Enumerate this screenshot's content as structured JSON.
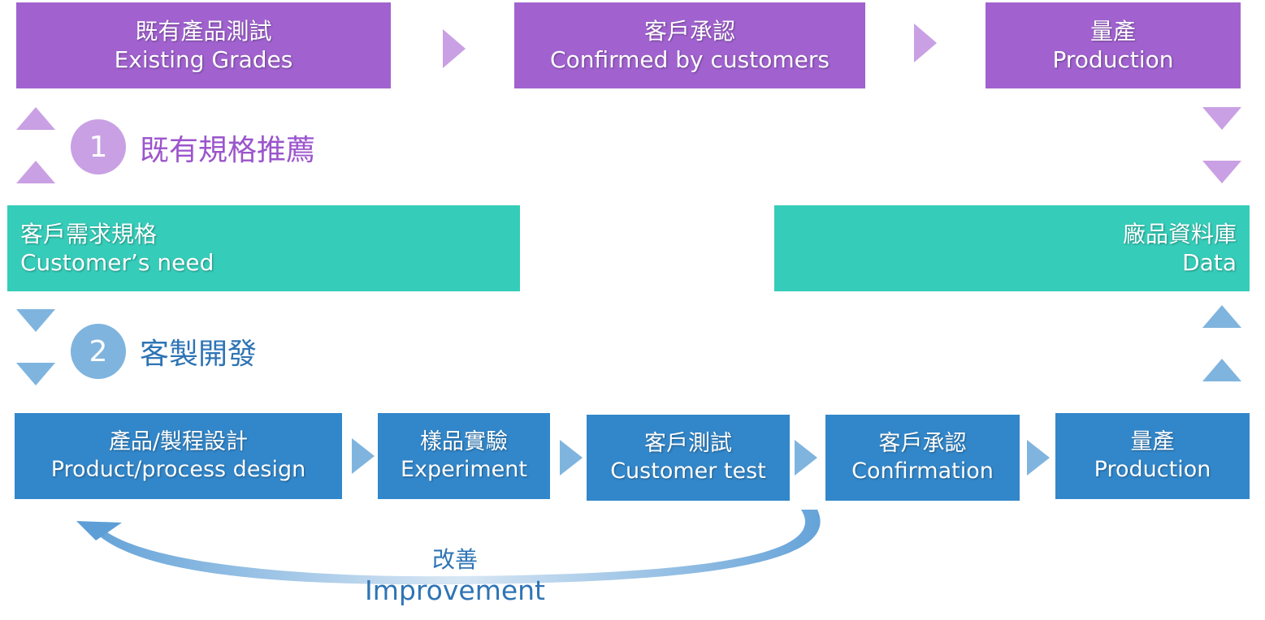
{
  "top_flow": [
    {
      "zh": "既有產品測試",
      "en": "Existing Grades"
    },
    {
      "zh": "客戶承認",
      "en": "Confirmed by customers"
    },
    {
      "zh": "量產",
      "en": "Production"
    }
  ],
  "route1": {
    "number": "1",
    "label": "既有規格推薦"
  },
  "route2": {
    "number": "2",
    "label": "客製開發"
  },
  "customer_need": {
    "zh": "客戶需求規格",
    "en": "Customer’s need"
  },
  "database": {
    "zh": "廠品資料庫",
    "en": "Data"
  },
  "bottom_flow": [
    {
      "zh": "產品/製程設計",
      "en": "Product/process design"
    },
    {
      "zh": "樣品實驗",
      "en": "Experiment"
    },
    {
      "zh": "客戶測試",
      "en": "Customer test"
    },
    {
      "zh": "客戶承認",
      "en": "Confirmation"
    },
    {
      "zh": "量產",
      "en": "Production"
    }
  ],
  "improvement": {
    "zh": "改善",
    "en": "Improvement"
  },
  "colors": {
    "purple": "#a162d0",
    "purple_light": "#c9a0e4",
    "teal": "#35cdb9",
    "blue": "#3287ca",
    "blue_light": "#7fb4de"
  }
}
